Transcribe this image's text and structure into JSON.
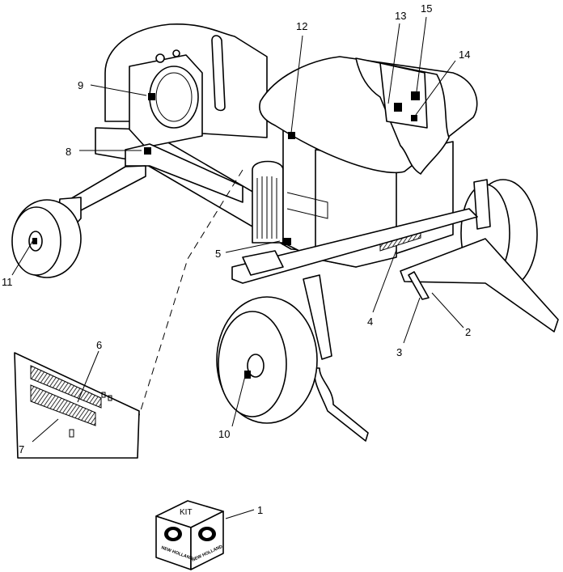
{
  "callouts": [
    {
      "id": "1",
      "label": "1"
    },
    {
      "id": "2",
      "label": "2"
    },
    {
      "id": "3",
      "label": "3"
    },
    {
      "id": "4",
      "label": "4"
    },
    {
      "id": "5",
      "label": "5"
    },
    {
      "id": "6",
      "label": "6"
    },
    {
      "id": "7",
      "label": "7"
    },
    {
      "id": "8",
      "label": "8"
    },
    {
      "id": "9",
      "label": "9"
    },
    {
      "id": "10",
      "label": "10"
    },
    {
      "id": "11",
      "label": "11"
    },
    {
      "id": "12",
      "label": "12"
    },
    {
      "id": "13",
      "label": "13"
    },
    {
      "id": "14",
      "label": "14"
    },
    {
      "id": "15",
      "label": "15"
    }
  ],
  "kit": {
    "label": "KIT",
    "brand_left": "NEW HOLLAND",
    "brand_right": "NEW HOLLAND"
  }
}
